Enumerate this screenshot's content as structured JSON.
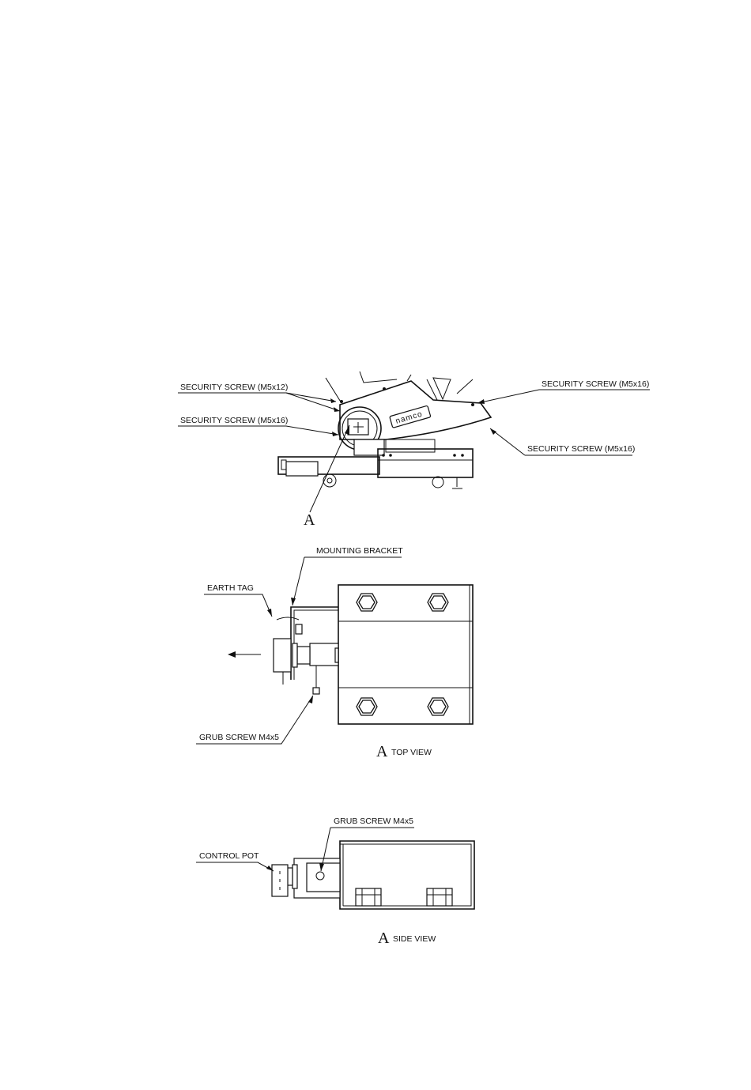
{
  "section1": {
    "labels": [
      "SECURITY SCREW (M5x12)",
      "SECURITY SCREW (M5x16)",
      "SECURITY SCREW (M5x16)",
      "SECURITY SCREW (M5x16)"
    ],
    "logo": "namco",
    "callout_letter": "A"
  },
  "section2": {
    "mounting_bracket": "MOUNTING BRACKET",
    "earth_tag": "EARTH TAG",
    "grub_screw": "GRUB SCREW M4x5",
    "view_letter": "A",
    "view_label": "TOP VIEW"
  },
  "section3": {
    "grub_screw": "GRUB SCREW M4x5",
    "control_pot": "CONTROL POT",
    "view_letter": "A",
    "view_label": "SIDE VIEW"
  }
}
